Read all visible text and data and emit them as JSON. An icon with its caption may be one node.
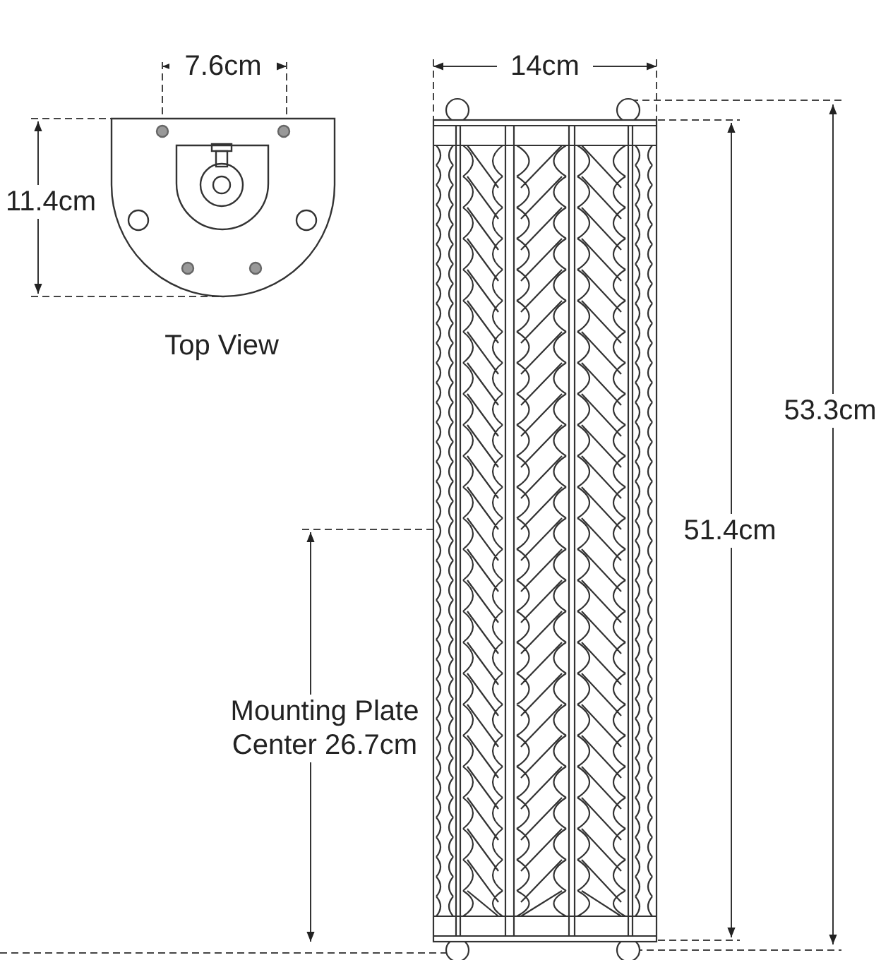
{
  "diagram": {
    "labels": [
      "7.6cm",
      "14cm",
      "11.4cm",
      "53.3cm",
      "51.4cm",
      "Top View",
      "Mounting Plate Center 26.7cm"
    ]
  }
}
